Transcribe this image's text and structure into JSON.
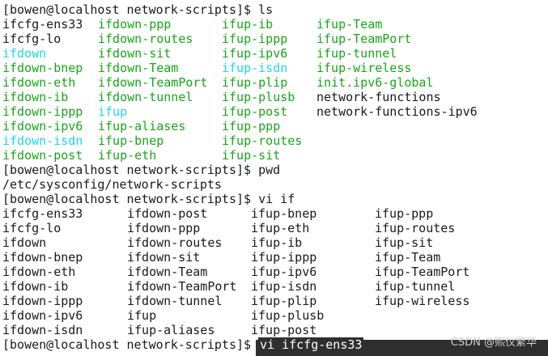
{
  "terminal": {
    "lines": [
      {
        "cells": [
          {
            "text": "[bowen@localhost network-scripts]$ ls",
            "color": "default",
            "col": 0
          }
        ]
      },
      {
        "cells": [
          {
            "text": "ifcfg-ens33",
            "color": "default",
            "col": 0
          },
          {
            "text": "ifdown-ppp",
            "color": "green",
            "col": 1
          },
          {
            "text": "ifup-ib",
            "color": "green",
            "col": 2
          },
          {
            "text": "ifup-Team",
            "color": "green",
            "col": 3
          }
        ]
      },
      {
        "cells": [
          {
            "text": "ifcfg-lo",
            "color": "default",
            "col": 0
          },
          {
            "text": "ifdown-routes",
            "color": "green",
            "col": 1
          },
          {
            "text": "ifup-ippp",
            "color": "green",
            "col": 2
          },
          {
            "text": "ifup-TeamPort",
            "color": "green",
            "col": 3
          }
        ]
      },
      {
        "cells": [
          {
            "text": "ifdown",
            "color": "cyan",
            "col": 0
          },
          {
            "text": "ifdown-sit",
            "color": "green",
            "col": 1
          },
          {
            "text": "ifup-ipv6",
            "color": "green",
            "col": 2
          },
          {
            "text": "ifup-tunnel",
            "color": "green",
            "col": 3
          }
        ]
      },
      {
        "cells": [
          {
            "text": "ifdown-bnep",
            "color": "green",
            "col": 0
          },
          {
            "text": "ifdown-Team",
            "color": "green",
            "col": 1
          },
          {
            "text": "ifup-isdn",
            "color": "cyan",
            "col": 2
          },
          {
            "text": "ifup-wireless",
            "color": "green",
            "col": 3
          }
        ]
      },
      {
        "cells": [
          {
            "text": "ifdown-eth",
            "color": "green",
            "col": 0
          },
          {
            "text": "ifdown-TeamPort",
            "color": "green",
            "col": 1
          },
          {
            "text": "ifup-plip",
            "color": "green",
            "col": 2
          },
          {
            "text": "init.ipv6-global",
            "color": "green",
            "col": 3
          }
        ]
      },
      {
        "cells": [
          {
            "text": "ifdown-ib",
            "color": "green",
            "col": 0
          },
          {
            "text": "ifdown-tunnel",
            "color": "green",
            "col": 1
          },
          {
            "text": "ifup-plusb",
            "color": "green",
            "col": 2
          },
          {
            "text": "network-functions",
            "color": "default",
            "col": 3
          }
        ]
      },
      {
        "cells": [
          {
            "text": "ifdown-ippp",
            "color": "green",
            "col": 0
          },
          {
            "text": "ifup",
            "color": "cyan",
            "col": 1
          },
          {
            "text": "ifup-post",
            "color": "green",
            "col": 2
          },
          {
            "text": "network-functions-ipv6",
            "color": "default",
            "col": 3
          }
        ]
      },
      {
        "cells": [
          {
            "text": "ifdown-ipv6",
            "color": "green",
            "col": 0
          },
          {
            "text": "ifup-aliases",
            "color": "green",
            "col": 1
          },
          {
            "text": "ifup-ppp",
            "color": "green",
            "col": 2
          }
        ]
      },
      {
        "cells": [
          {
            "text": "ifdown-isdn",
            "color": "cyan",
            "col": 0
          },
          {
            "text": "ifup-bnep",
            "color": "green",
            "col": 1
          },
          {
            "text": "ifup-routes",
            "color": "green",
            "col": 2
          }
        ]
      },
      {
        "cells": [
          {
            "text": "ifdown-post",
            "color": "green",
            "col": 0
          },
          {
            "text": "ifup-eth",
            "color": "green",
            "col": 1
          },
          {
            "text": "ifup-sit",
            "color": "green",
            "col": 2
          }
        ]
      },
      {
        "cells": [
          {
            "text": "[bowen@localhost network-scripts]$ pwd",
            "color": "default",
            "col": 0
          }
        ]
      },
      {
        "cells": [
          {
            "text": "/etc/sysconfig/network-scripts",
            "color": "default",
            "col": 0
          }
        ]
      },
      {
        "cells": [
          {
            "text": "[bowen@localhost network-scripts]$ vi if",
            "color": "default",
            "col": 0
          }
        ]
      },
      {
        "cells": [
          {
            "text": "ifcfg-ens33",
            "color": "default",
            "col": 4
          },
          {
            "text": "ifdown-post",
            "color": "default",
            "col": 5
          },
          {
            "text": "ifup-bnep",
            "color": "default",
            "col": 6
          },
          {
            "text": "ifup-ppp",
            "color": "default",
            "col": 7
          }
        ]
      },
      {
        "cells": [
          {
            "text": "ifcfg-lo",
            "color": "default",
            "col": 4
          },
          {
            "text": "ifdown-ppp",
            "color": "default",
            "col": 5
          },
          {
            "text": "ifup-eth",
            "color": "default",
            "col": 6
          },
          {
            "text": "ifup-routes",
            "color": "default",
            "col": 7
          }
        ]
      },
      {
        "cells": [
          {
            "text": "ifdown",
            "color": "default",
            "col": 4
          },
          {
            "text": "ifdown-routes",
            "color": "default",
            "col": 5
          },
          {
            "text": "ifup-ib",
            "color": "default",
            "col": 6
          },
          {
            "text": "ifup-sit",
            "color": "default",
            "col": 7
          }
        ]
      },
      {
        "cells": [
          {
            "text": "ifdown-bnep",
            "color": "default",
            "col": 4
          },
          {
            "text": "ifdown-sit",
            "color": "default",
            "col": 5
          },
          {
            "text": "ifup-ippp",
            "color": "default",
            "col": 6
          },
          {
            "text": "ifup-Team",
            "color": "default",
            "col": 7
          }
        ]
      },
      {
        "cells": [
          {
            "text": "ifdown-eth",
            "color": "default",
            "col": 4
          },
          {
            "text": "ifdown-Team",
            "color": "default",
            "col": 5
          },
          {
            "text": "ifup-ipv6",
            "color": "default",
            "col": 6
          },
          {
            "text": "ifup-TeamPort",
            "color": "default",
            "col": 7
          }
        ]
      },
      {
        "cells": [
          {
            "text": "ifdown-ib",
            "color": "default",
            "col": 4
          },
          {
            "text": "ifdown-TeamPort",
            "color": "default",
            "col": 5
          },
          {
            "text": "ifup-isdn",
            "color": "default",
            "col": 6
          },
          {
            "text": "ifup-tunnel",
            "color": "default",
            "col": 7
          }
        ]
      },
      {
        "cells": [
          {
            "text": "ifdown-ippp",
            "color": "default",
            "col": 4
          },
          {
            "text": "ifdown-tunnel",
            "color": "default",
            "col": 5
          },
          {
            "text": "ifup-plip",
            "color": "default",
            "col": 6
          },
          {
            "text": "ifup-wireless",
            "color": "default",
            "col": 7
          }
        ]
      },
      {
        "cells": [
          {
            "text": "ifdown-ipv6",
            "color": "default",
            "col": 4
          },
          {
            "text": "ifup",
            "color": "default",
            "col": 5
          },
          {
            "text": "ifup-plusb",
            "color": "default",
            "col": 6
          }
        ]
      },
      {
        "cells": [
          {
            "text": "ifdown-isdn",
            "color": "default",
            "col": 4
          },
          {
            "text": "ifup-aliases",
            "color": "default",
            "col": 5
          },
          {
            "text": "ifup-post",
            "color": "default",
            "col": 6
          }
        ]
      },
      {
        "cells": [
          {
            "text": "[bowen@localhost network-scripts]$ ",
            "color": "default",
            "col": 0
          },
          {
            "text": "vi ifcfg-ens33",
            "color": "highlight",
            "col": -1
          }
        ]
      }
    ]
  },
  "colors": {
    "default": "#1a1a1a",
    "green": "#1aa51a",
    "cyan": "#22d5e8",
    "background": "#ffffff",
    "highlight_bg": "#2f2f2f"
  },
  "watermark": "CSDN @熙仪繁华"
}
